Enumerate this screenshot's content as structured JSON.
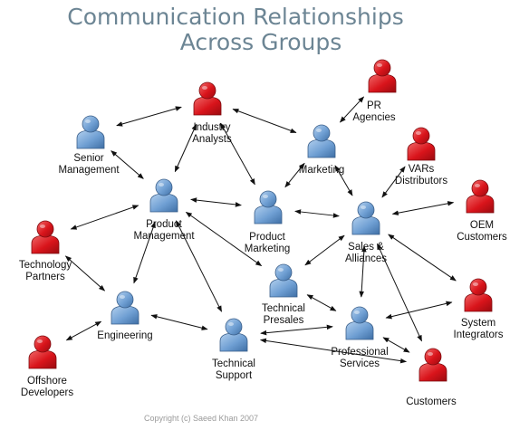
{
  "title": {
    "line1": "Communication Relationships",
    "line2": "Across Groups"
  },
  "copyright": "Copyright (c)  Saeed Khan 2007",
  "colors": {
    "internal": "#6f9fd3",
    "external": "#d9141b",
    "title": "#6c8594",
    "edge": "#111111"
  },
  "icon": "person-icon",
  "nodes": [
    {
      "id": "senior-management",
      "kind": "internal",
      "label": [
        "Senior",
        "Management"
      ]
    },
    {
      "id": "industry-analysts",
      "kind": "external",
      "label": [
        "Industry",
        "Analysts"
      ]
    },
    {
      "id": "pr-agencies",
      "kind": "external",
      "label": [
        "PR",
        "Agencies"
      ]
    },
    {
      "id": "marketing",
      "kind": "internal",
      "label": [
        "Marketing"
      ]
    },
    {
      "id": "vars-distributors",
      "kind": "external",
      "label": [
        "VARs",
        "Distributors"
      ]
    },
    {
      "id": "product-management",
      "kind": "internal",
      "label": [
        "Product",
        "Management"
      ]
    },
    {
      "id": "product-marketing",
      "kind": "internal",
      "label": [
        "Product",
        "Marketing"
      ]
    },
    {
      "id": "sales-alliances",
      "kind": "internal",
      "label": [
        "Sales &",
        "Alliances"
      ]
    },
    {
      "id": "oem-customers",
      "kind": "external",
      "label": [
        "OEM",
        "Customers"
      ]
    },
    {
      "id": "technology-partners",
      "kind": "external",
      "label": [
        "Technology",
        "Partners"
      ]
    },
    {
      "id": "technical-presales",
      "kind": "internal",
      "label": [
        "Technical",
        "Presales"
      ]
    },
    {
      "id": "engineering",
      "kind": "internal",
      "label": [
        "Engineering"
      ]
    },
    {
      "id": "system-integrators",
      "kind": "external",
      "label": [
        "System",
        "Integrators"
      ]
    },
    {
      "id": "professional-services",
      "kind": "internal",
      "label": [
        "Professional",
        "Services"
      ]
    },
    {
      "id": "technical-support",
      "kind": "internal",
      "label": [
        "Technical",
        "Support"
      ]
    },
    {
      "id": "offshore-developers",
      "kind": "external",
      "label": [
        "Offshore",
        "Developers"
      ]
    },
    {
      "id": "customers",
      "kind": "external",
      "label": [
        "Customers"
      ]
    }
  ],
  "edges": [
    [
      "senior-management",
      "industry-analysts"
    ],
    [
      "senior-management",
      "product-management"
    ],
    [
      "industry-analysts",
      "product-management"
    ],
    [
      "industry-analysts",
      "marketing"
    ],
    [
      "industry-analysts",
      "product-marketing"
    ],
    [
      "pr-agencies",
      "marketing"
    ],
    [
      "marketing",
      "product-marketing"
    ],
    [
      "marketing",
      "sales-alliances"
    ],
    [
      "vars-distributors",
      "sales-alliances"
    ],
    [
      "product-management",
      "product-marketing"
    ],
    [
      "product-management",
      "technology-partners"
    ],
    [
      "product-management",
      "engineering"
    ],
    [
      "product-management",
      "technical-presales"
    ],
    [
      "product-management",
      "technical-support"
    ],
    [
      "product-marketing",
      "sales-alliances"
    ],
    [
      "sales-alliances",
      "oem-customers"
    ],
    [
      "sales-alliances",
      "technical-presales"
    ],
    [
      "sales-alliances",
      "professional-services"
    ],
    [
      "sales-alliances",
      "system-integrators"
    ],
    [
      "sales-alliances",
      "customers"
    ],
    [
      "technology-partners",
      "engineering"
    ],
    [
      "technical-presales",
      "professional-services"
    ],
    [
      "engineering",
      "technical-support"
    ],
    [
      "engineering",
      "offshore-developers"
    ],
    [
      "professional-services",
      "system-integrators"
    ],
    [
      "professional-services",
      "technical-support"
    ],
    [
      "professional-services",
      "customers"
    ],
    [
      "technical-support",
      "customers"
    ]
  ]
}
